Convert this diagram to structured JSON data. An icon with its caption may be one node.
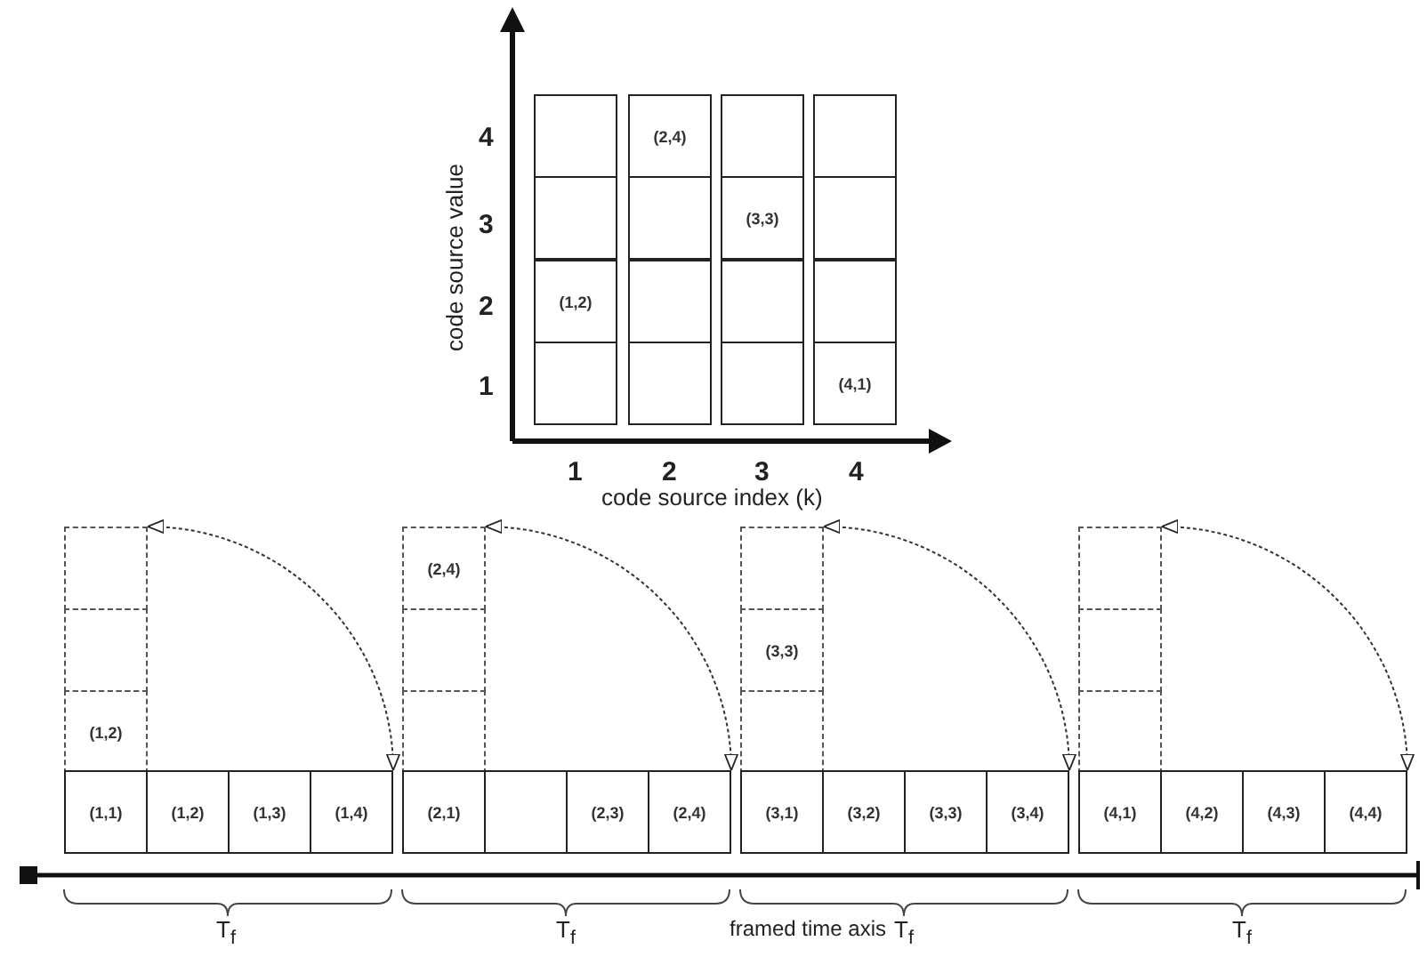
{
  "diagram": {
    "nodes": [
      {
        "text": [],
        "shape": "box"
      },
      {
        "text": [
          "(2,4)"
        ]
      },
      {
        "text": [],
        "shape": "box"
      },
      {
        "text": [],
        "shape": "box"
      },
      {
        "text": [],
        "shape": "box"
      },
      {
        "text": [],
        "shape": "box"
      },
      {
        "text": [
          "(3,3)"
        ]
      },
      {
        "text": [],
        "shape": "box"
      },
      {
        "text": [
          "(1,2)"
        ]
      },
      {
        "text": [],
        "shape": "box"
      },
      {
        "text": [],
        "shape": "box"
      },
      {
        "text": [],
        "shape": "box"
      },
      {
        "text": [],
        "shape": "box"
      },
      {
        "text": [],
        "shape": "box"
      },
      {
        "text": [],
        "shape": "box"
      },
      {
        "text": [
          "(4,1)"
        ]
      },
      {
        "text": [],
        "shape": "box"
      },
      {
        "text": [],
        "shape": "box"
      },
      {
        "text": [
          "(1,2)"
        ]
      },
      {
        "text": [
          "(1,1)"
        ]
      },
      {
        "text": [
          "(1,2)"
        ]
      },
      {
        "text": [
          "(1,3)"
        ]
      },
      {
        "text": [
          "(1,4)"
        ]
      },
      {
        "text": [
          "(2,4)"
        ]
      },
      {
        "text": [],
        "shape": "box"
      },
      {
        "text": [],
        "shape": "box"
      },
      {
        "text": [
          "(2,1)"
        ]
      },
      {
        "text": [],
        "shape": "box"
      },
      {
        "text": [
          "(2,3)"
        ]
      },
      {
        "text": [
          "(2,4)"
        ]
      },
      {
        "text": [],
        "shape": "box"
      },
      {
        "text": [
          "(3,3)"
        ]
      },
      {
        "text": [],
        "shape": "box"
      },
      {
        "text": [
          "(3,1)"
        ]
      },
      {
        "text": [
          "(3,2)"
        ]
      },
      {
        "text": [
          "(3,3)"
        ]
      },
      {
        "text": [
          "(3,4)"
        ]
      },
      {
        "text": [],
        "shape": "box"
      },
      {
        "text": [],
        "shape": "box"
      },
      {
        "text": [],
        "shape": "box"
      },
      {
        "text": [
          "(4,1)"
        ]
      },
      {
        "text": [
          "(4,2)"
        ]
      },
      {
        "text": [
          "(4,3)"
        ]
      },
      {
        "text": [
          "(4,4)"
        ]
      }
    ],
    "edges": [
      {
        "from": 16,
        "to": 22,
        "arrow": "both",
        "style": "dashed"
      },
      {
        "from": 23,
        "to": 29,
        "arrow": "both",
        "style": "dashed"
      },
      {
        "from": 30,
        "to": 36,
        "arrow": "both",
        "style": "dashed"
      },
      {
        "from": 37,
        "to": 43,
        "arrow": "both",
        "style": "dashed"
      }
    ],
    "labels": [
      "4",
      "3",
      "2",
      "1",
      "code source value",
      "1",
      "2",
      "3",
      "4",
      "code source index (k)",
      "T$_{f}$",
      "T$_{f}$",
      "framed time axis",
      "T$_{f}$",
      "T$_{f}$"
    ]
  }
}
